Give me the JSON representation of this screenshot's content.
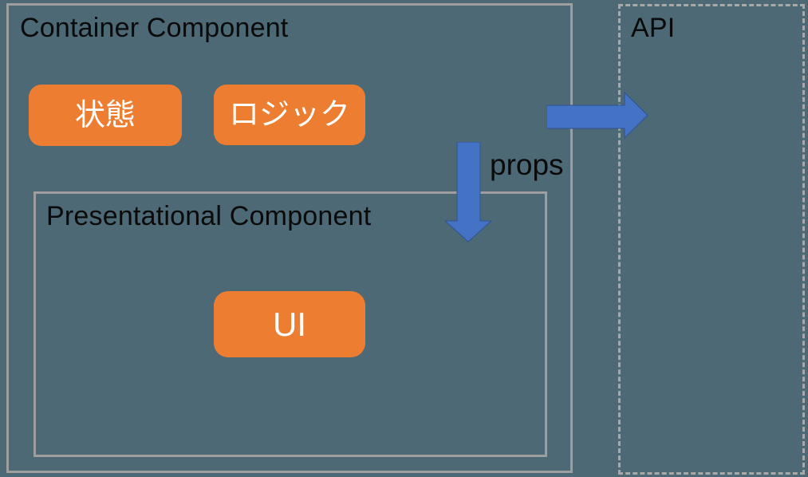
{
  "colors": {
    "bg": "#4C6975",
    "box-border": "#9E9E9E",
    "dashed-border": "#A8A8A8",
    "accent-orange": "#ED7D31",
    "accent-blue": "#4472C4",
    "arrow-outline": "#2F528F",
    "text-dark": "#0A0A0A",
    "text-light": "#FFFFFF"
  },
  "container": {
    "title": "Container Component",
    "buttons": [
      {
        "name": "state",
        "label": "状態"
      },
      {
        "name": "logic",
        "label": "ロジック"
      }
    ]
  },
  "presentational": {
    "title": "Presentational Component",
    "buttons": [
      {
        "name": "ui",
        "label": "UI"
      }
    ]
  },
  "api": {
    "title": "API"
  },
  "arrows": {
    "props_label": "props",
    "down_arrow": "props flow from Container Component to Presentational Component",
    "right_arrow": "request flow from Container Component to API"
  }
}
